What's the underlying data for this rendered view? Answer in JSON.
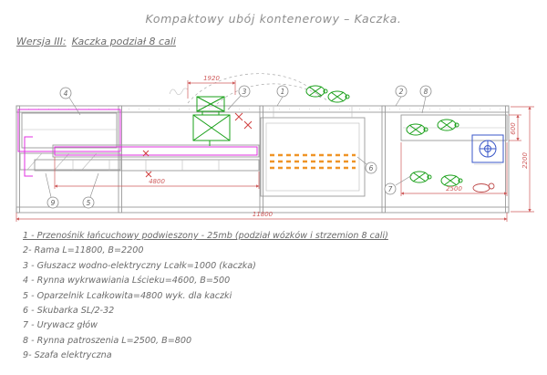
{
  "title": "Kompaktowy ubój kontenerowy – Kaczka.",
  "subtitle": {
    "prefix": "Wersja III:",
    "text": "Kaczka podział 8 cali"
  },
  "colors": {
    "dimension_red": "#cf5b5b",
    "outline_magenta": "#e030e0",
    "machine_green": "#1aa01a",
    "water_orange": "#ef9426",
    "machine_blue": "#3a57c8",
    "frame_gray": "#9a9a9a"
  },
  "drawing": {
    "dims": {
      "total_length": "11800",
      "scalder_length": "4800",
      "gutting_length": "2500",
      "frame_height": "2200",
      "trough_height": "600",
      "stunner_span": "1920"
    },
    "callouts": [
      "1",
      "2",
      "3",
      "4",
      "5",
      "6",
      "7",
      "8",
      "9"
    ]
  },
  "legend": {
    "items": [
      "1 - Przenośnik łańcuchowy podwieszony - 25mb (podział wózków i strzemion 8 cali)",
      "2- Rama L=11800, B=2200",
      "3 - Głuszacz wodno-elektryczny Lcałk=1000 (kaczka)",
      "4 - Rynna wykrwawiania Lścieku=4600, B=500",
      "5 - Oparzelnik Lcałkowita=4800 wyk. dla kaczki",
      "6 - Skubarka SL/2-32",
      "7 - Urywacz głów",
      "8 - Rynna patroszenia L=2500, B=800",
      "9- Szafa elektryczna"
    ]
  }
}
